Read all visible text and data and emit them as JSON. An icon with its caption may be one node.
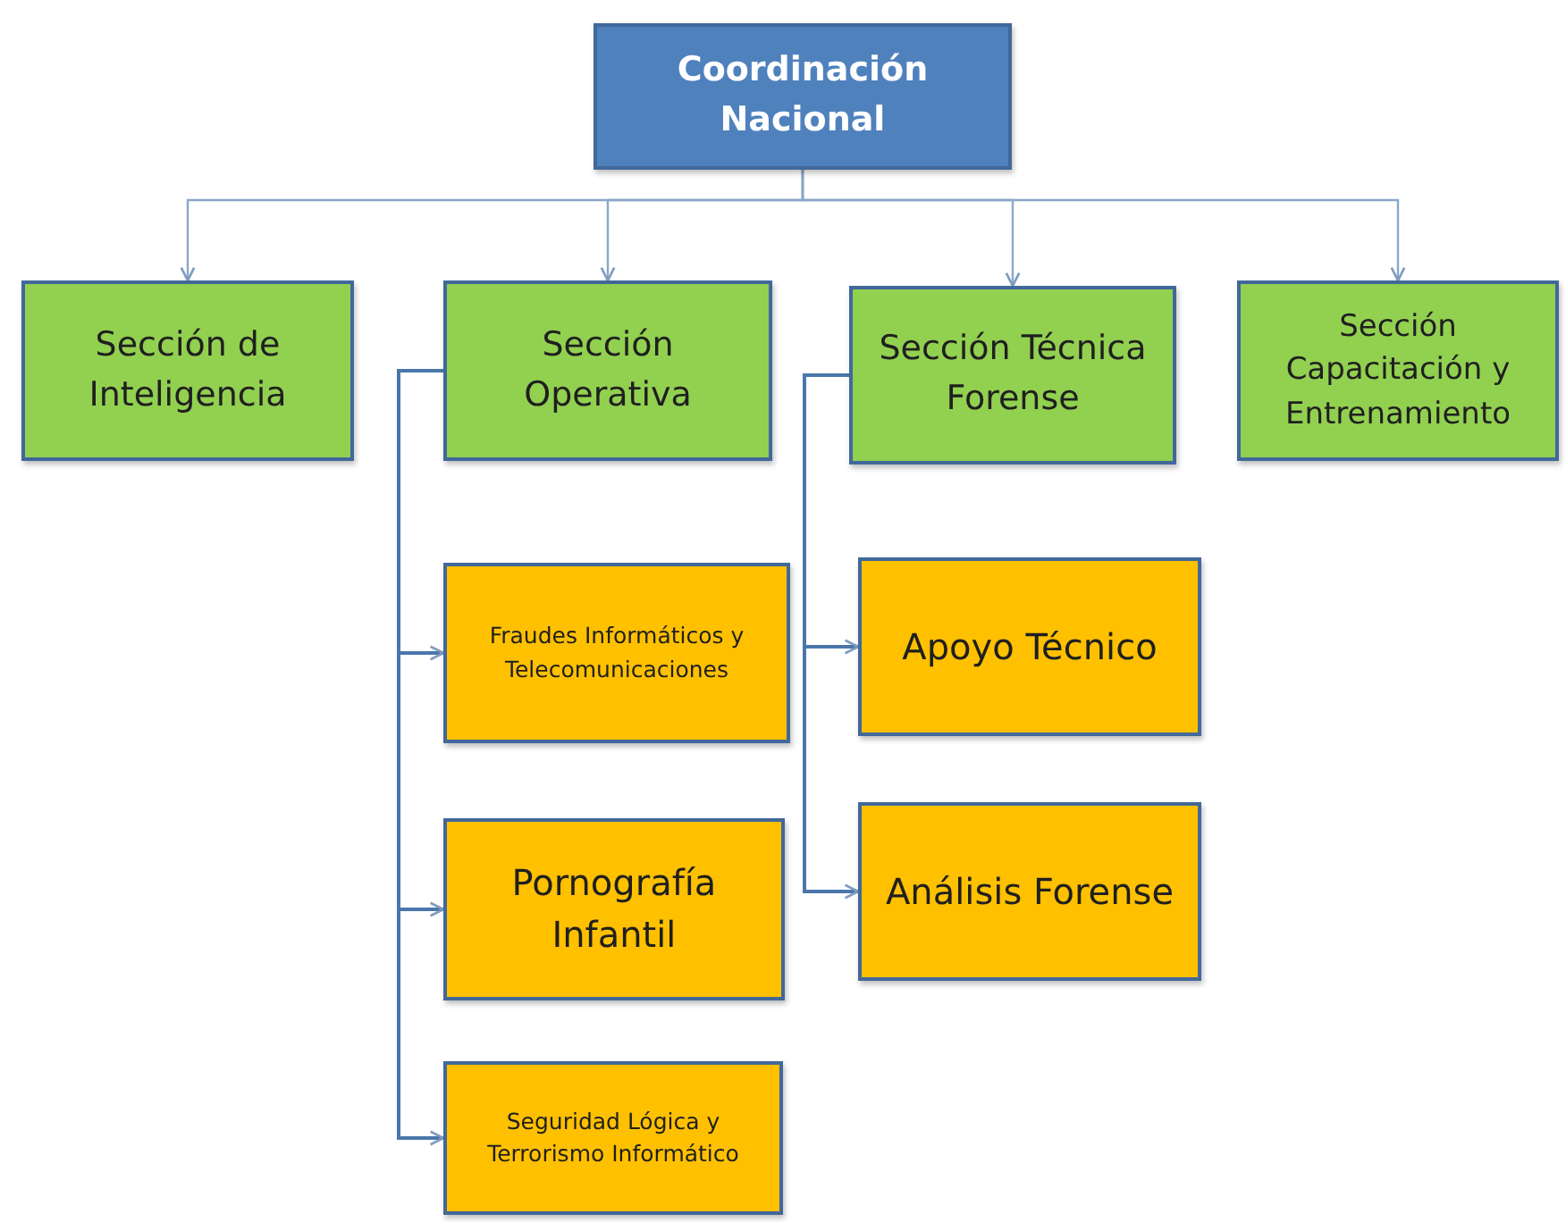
{
  "diagram": {
    "nodes": [
      {
        "text": [
          "Coordinación Nacional"
        ]
      },
      {
        "text": [
          "Sección de Inteligencia"
        ]
      },
      {
        "text": [
          "Sección Operativa"
        ]
      },
      {
        "text": [
          "Sección Técnica Forense"
        ]
      },
      {
        "text": [
          "Sección Capacitación y Entrenamiento"
        ]
      },
      {
        "text": [
          "Fraudes Informáticos y Telecomunicaciones"
        ]
      },
      {
        "text": [
          "Pornografía Infantil"
        ]
      },
      {
        "text": [
          "Seguridad Lógica y Terrorismo Informático"
        ]
      },
      {
        "text": [
          "Apoyo Técnico"
        ]
      },
      {
        "text": [
          "Análisis Forense"
        ]
      }
    ],
    "edges": [
      {
        "from": 0,
        "to": 1,
        "arrow": "to"
      },
      {
        "from": 0,
        "to": 2,
        "arrow": "to"
      },
      {
        "from": 0,
        "to": 3,
        "arrow": "to"
      },
      {
        "from": 0,
        "to": 4,
        "arrow": "to"
      },
      {
        "from": 2,
        "to": 5,
        "arrow": "to"
      },
      {
        "from": 2,
        "to": 6,
        "arrow": "to"
      },
      {
        "from": 2,
        "to": 7,
        "arrow": "to"
      },
      {
        "from": 3,
        "to": 8,
        "arrow": "to"
      },
      {
        "from": 3,
        "to": 9,
        "arrow": "to"
      }
    ]
  }
}
